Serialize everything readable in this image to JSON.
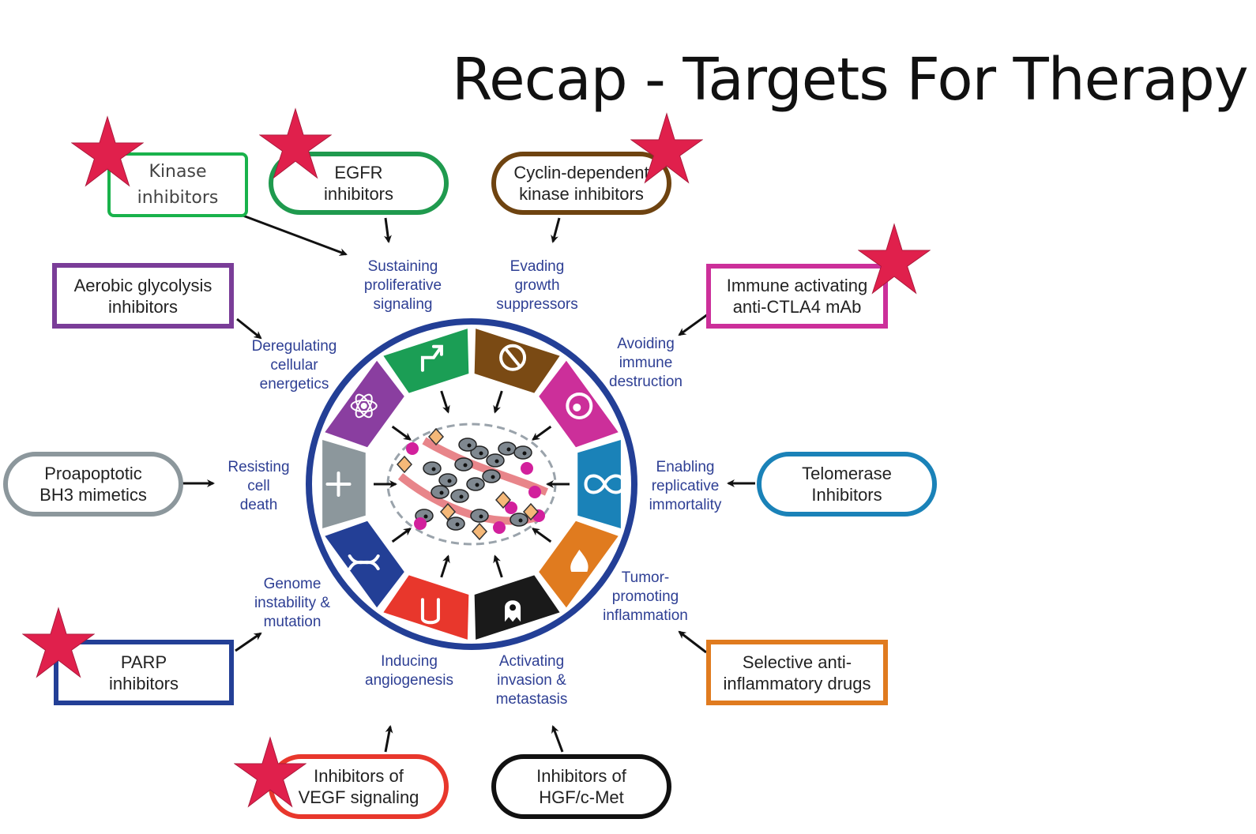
{
  "title": "Recap - Targets For Therapy",
  "hallmarks": [
    {
      "id": "proliferative",
      "label": "Sustaining\nproliferative\nsignaling",
      "color": "#1b9e55",
      "icon": "arrow-icon"
    },
    {
      "id": "growth",
      "label": "Evading\ngrowth\nsuppressors",
      "color": "#7a4a14",
      "icon": "prohibited-icon"
    },
    {
      "id": "immune",
      "label": "Avoiding\nimmune\ndestruction",
      "color": "#cc2f9a",
      "icon": "immune-cell-icon"
    },
    {
      "id": "immortality",
      "label": "Enabling\nreplicative\nimmortality",
      "color": "#1a82b8",
      "icon": "infinity-icon"
    },
    {
      "id": "inflammation",
      "label": "Tumor-\npromoting\ninflammation",
      "color": "#e07b1f",
      "icon": "flame-icon"
    },
    {
      "id": "metastasis",
      "label": "Activating\ninvasion &\nmetastasis",
      "color": "#1a1a1a",
      "icon": "migrating-cell-icon"
    },
    {
      "id": "angiogenesis",
      "label": "Inducing\nangiogenesis",
      "color": "#e8372c",
      "icon": "vessel-icon"
    },
    {
      "id": "genome",
      "label": "Genome\ninstability &\nmutation",
      "color": "#233f96",
      "icon": "dna-icon"
    },
    {
      "id": "death",
      "label": "Resisting\ncell\ndeath",
      "color": "#8c979c",
      "icon": "cross-icon"
    },
    {
      "id": "energetics",
      "label": "Deregulating\ncellular\nenergetics",
      "color": "#8a3ea0",
      "icon": "atom-icon"
    }
  ],
  "drugs": [
    {
      "id": "kinase",
      "label": "Kinase\ninhibitors",
      "color": "#19b24b",
      "shape": "rect",
      "starred": true
    },
    {
      "id": "egfr",
      "label": "EGFR\ninhibitors",
      "color": "#1f9a4e",
      "shape": "pill",
      "starred": true
    },
    {
      "id": "cdk",
      "label": "Cyclin-dependent\nkinase inhibitors",
      "color": "#6e4310",
      "shape": "pill",
      "starred": true
    },
    {
      "id": "ctla4",
      "label": "Immune activating\nanti-CTLA4 mAb",
      "color": "#cc2f9a",
      "shape": "rect",
      "starred": true
    },
    {
      "id": "glycolysis",
      "label": "Aerobic glycolysis\ninhibitors",
      "color": "#7a3d98",
      "shape": "rect",
      "starred": false
    },
    {
      "id": "bh3",
      "label": "Proapoptotic\nBH3 mimetics",
      "color": "#8c979c",
      "shape": "pill",
      "starred": false
    },
    {
      "id": "telomerase",
      "label": "Telomerase\nInhibitors",
      "color": "#1a82b8",
      "shape": "pill",
      "starred": false
    },
    {
      "id": "parp",
      "label": "PARP\ninhibitors",
      "color": "#233f96",
      "shape": "rect",
      "starred": true
    },
    {
      "id": "antiinflam",
      "label": "Selective anti-\ninflammatory drugs",
      "color": "#e07b1f",
      "shape": "rect",
      "starred": false
    },
    {
      "id": "vegf",
      "label": "Inhibitors of\nVEGF signaling",
      "color": "#e8372c",
      "shape": "pill",
      "starred": true
    },
    {
      "id": "hgf",
      "label": "Inhibitors of\nHGF/c-Met",
      "color": "#111111",
      "shape": "pill",
      "starred": false
    }
  ],
  "colors": {
    "hallmark_text": "#2e3f94",
    "ring_outline": "#233f96",
    "star": "#e0204c"
  }
}
